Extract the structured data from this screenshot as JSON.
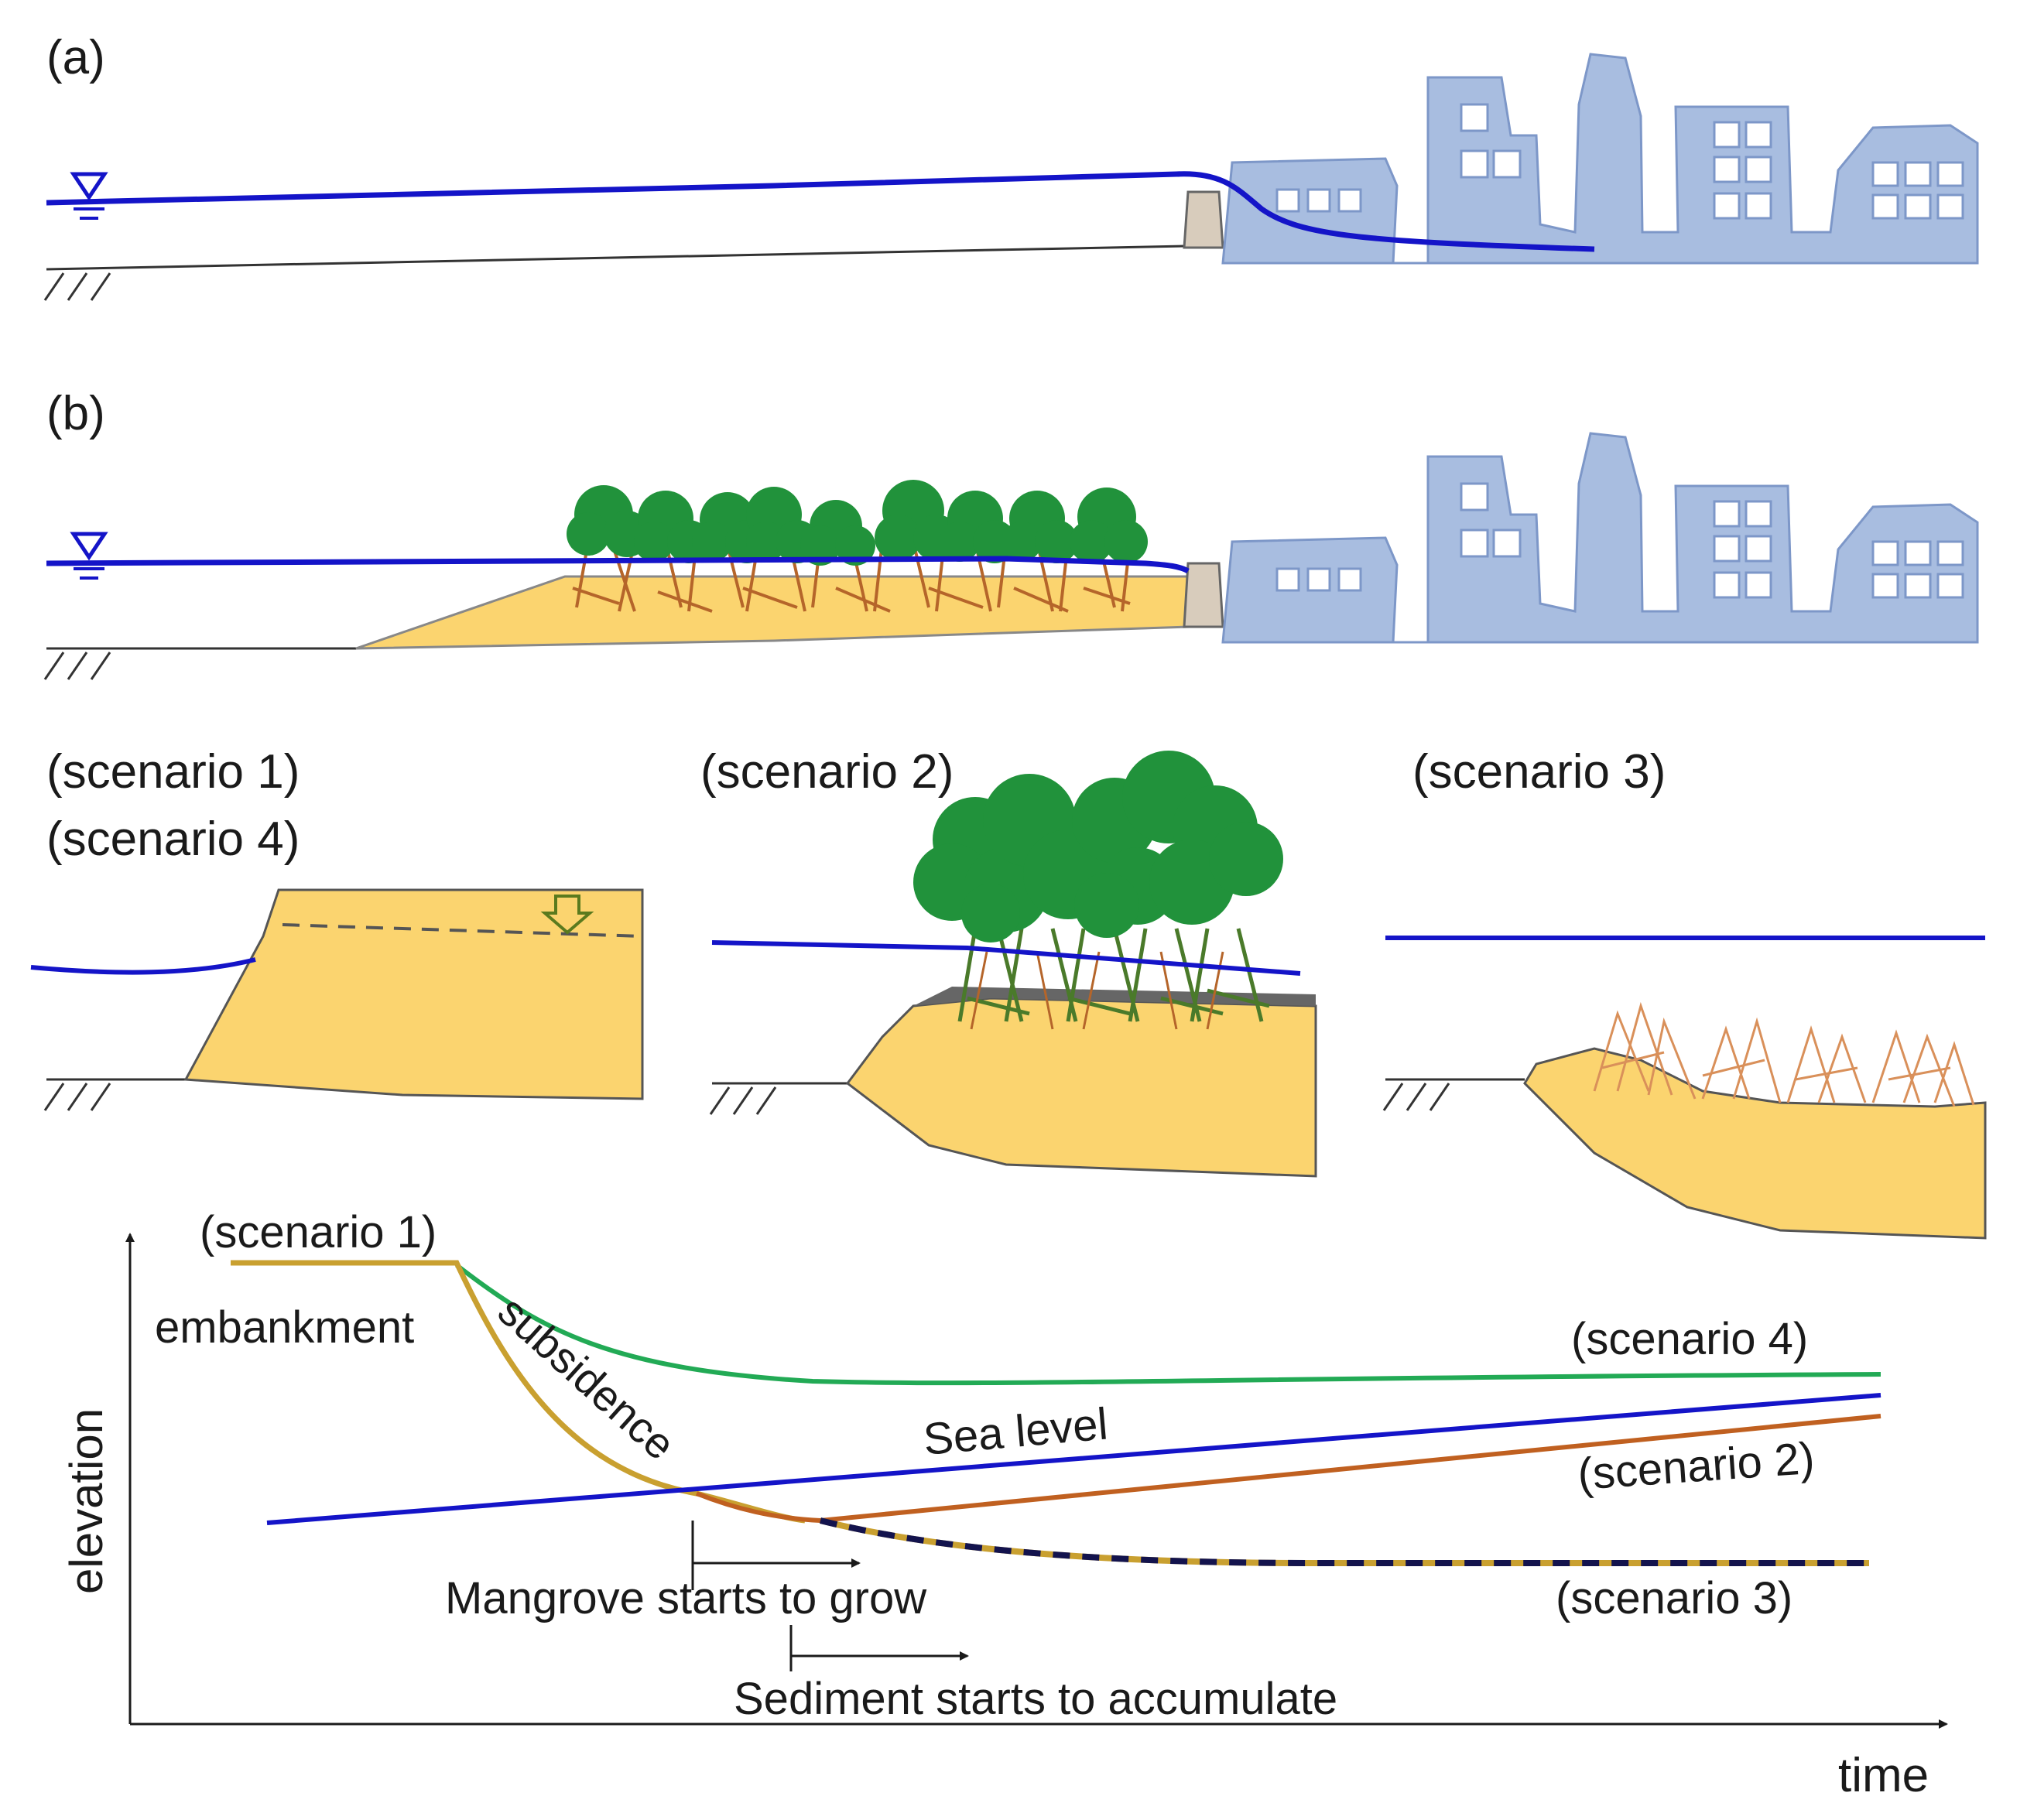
{
  "panels": {
    "a": {
      "label": "(a)"
    },
    "b": {
      "label": "(b)"
    }
  },
  "scenarios": {
    "s1": "(scenario 1)",
    "s4": "(scenario 4)",
    "s2": "(scenario 2)",
    "s3": "(scenario 3)"
  },
  "graph": {
    "y_axis": "elevation",
    "x_axis": "time",
    "scenario1": "(scenario 1)",
    "embankment": "embankment",
    "subsidence": "subsidence",
    "sea_level": "Sea level",
    "scenario4": "(scenario 4)",
    "scenario2": "(scenario 2)",
    "scenario3": "(scenario 3)",
    "mangrove_start": "Mangrove starts to grow",
    "sediment_start": "Sediment starts to accumulate"
  },
  "colors": {
    "water": "#1414c8",
    "sand": "#fbd46f",
    "city": "#a8bde0",
    "mangrove_canopy": "#21923b",
    "mangrove_roots": "#b5652a",
    "scenario4_line": "#22aa55",
    "scenario2_line": "#c06020",
    "scenario1_line": "#c9a030"
  }
}
